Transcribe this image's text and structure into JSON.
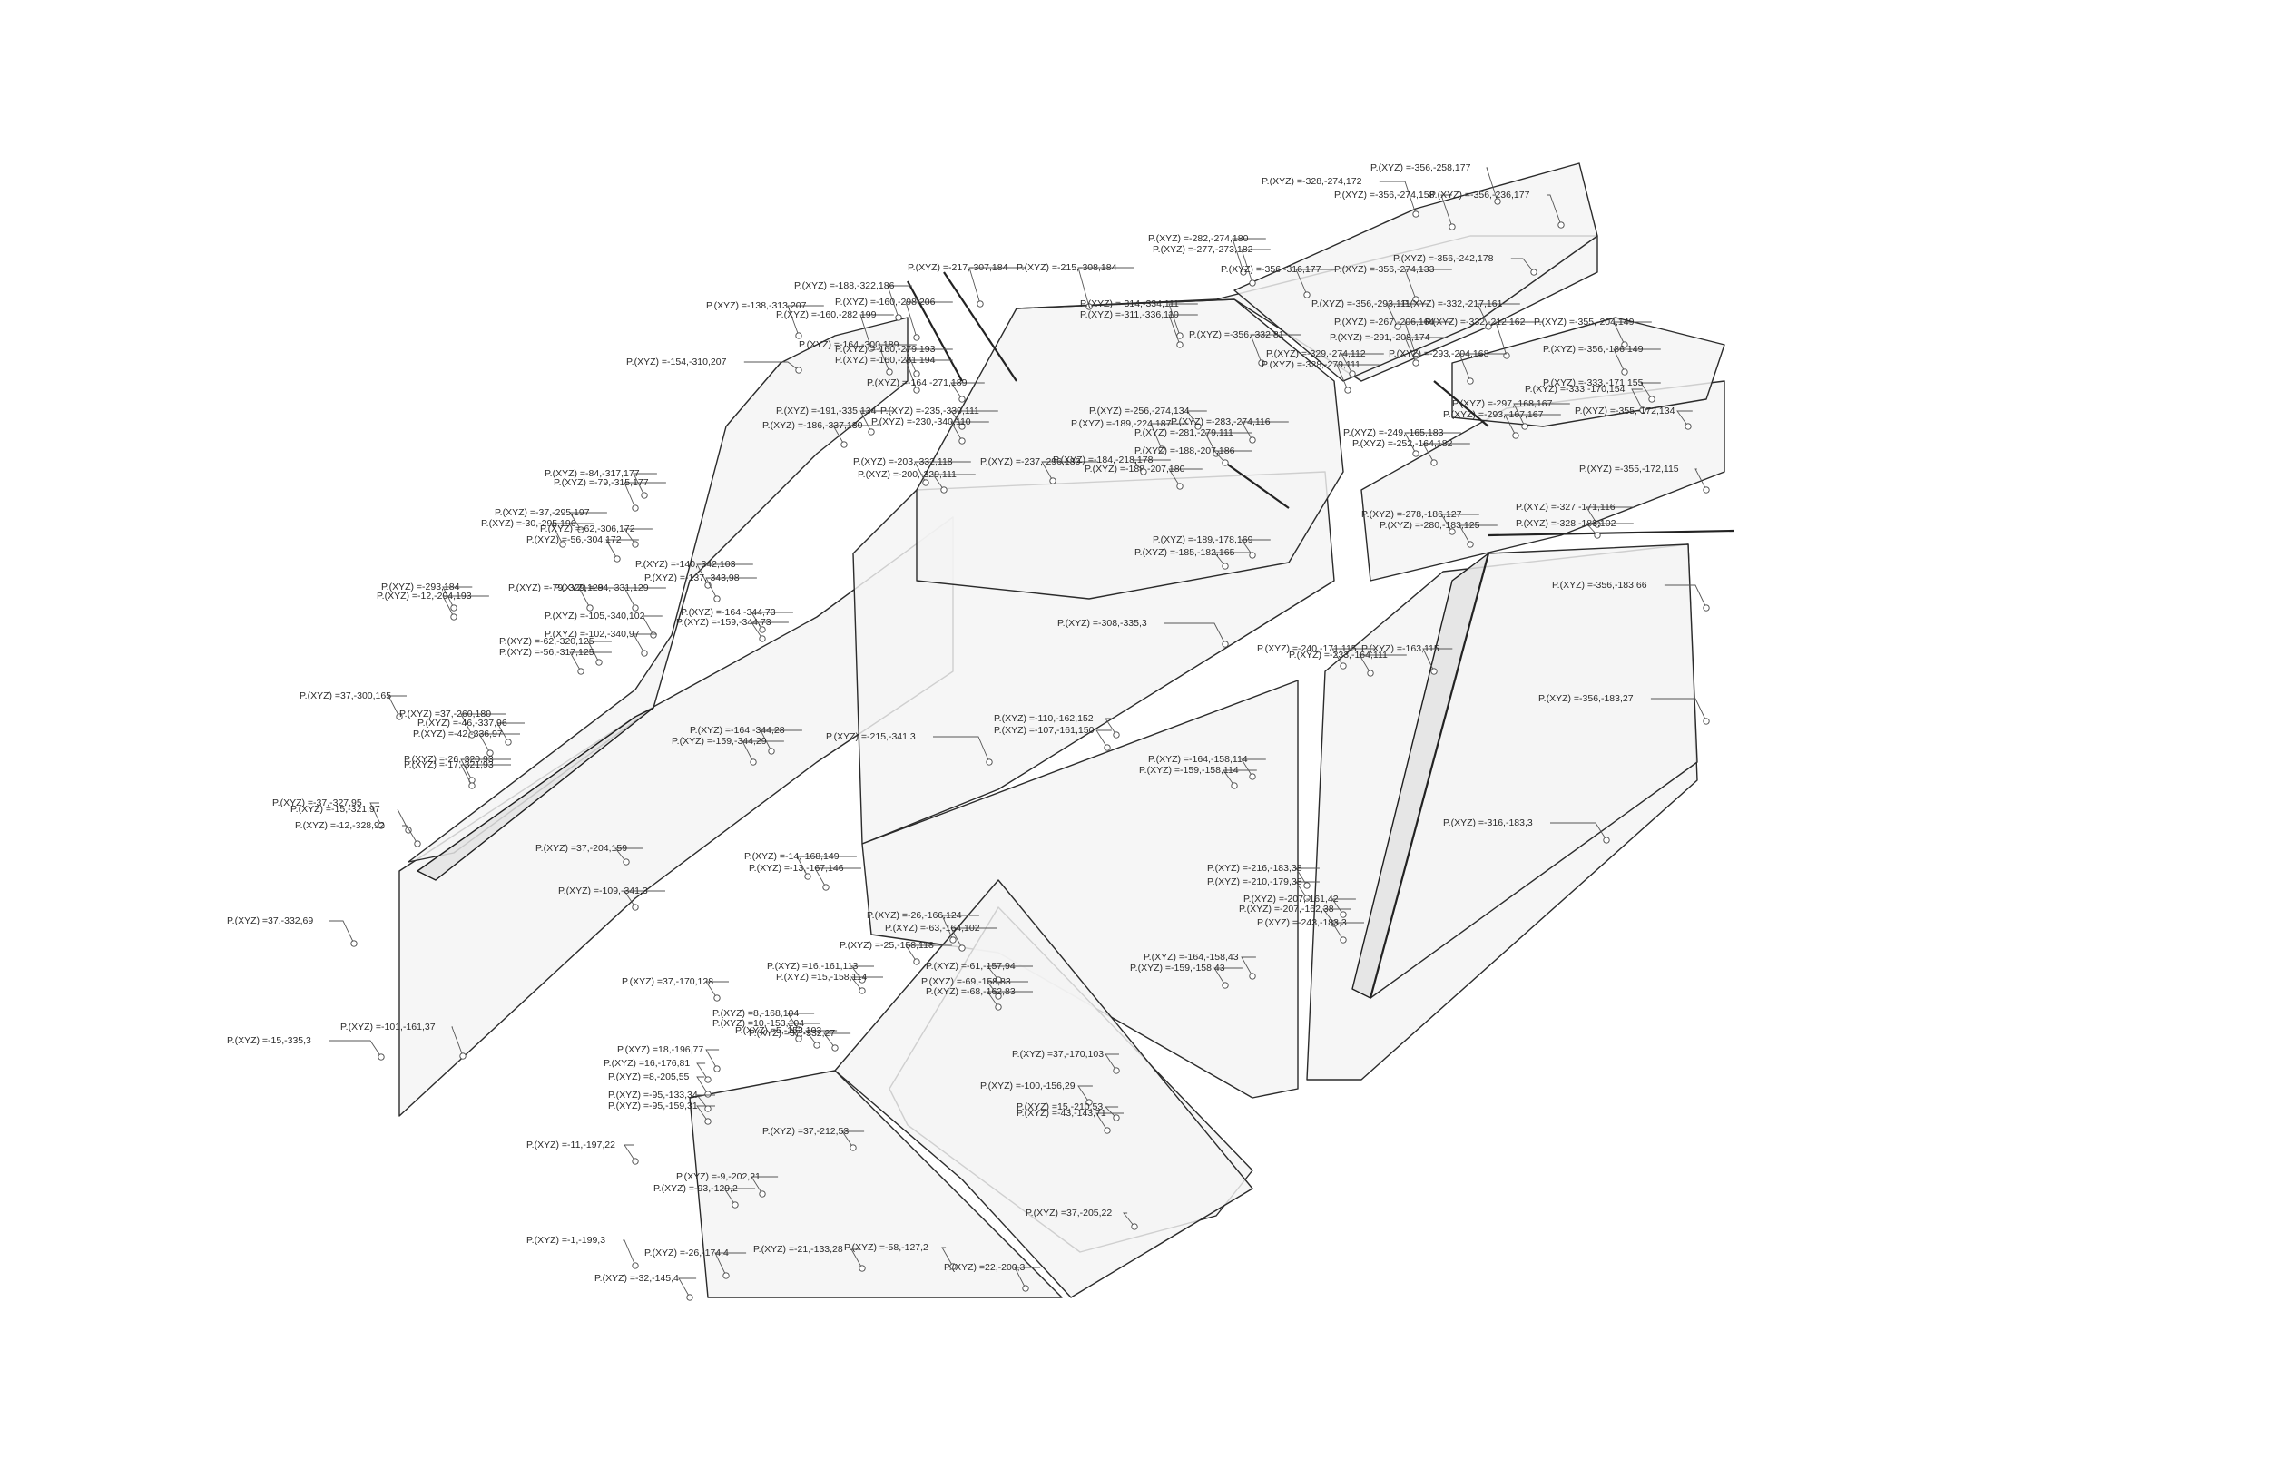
{
  "points": [
    {
      "text": "P.(XYZ) =-356,-258,177"
    },
    {
      "text": "P.(XYZ) =-328,-274,172"
    },
    {
      "text": "P.(XYZ) =-356,-274,158"
    },
    {
      "text": "P.(XYZ) =-356,-236,177"
    },
    {
      "text": "P.(XYZ) =-282,-274,180"
    },
    {
      "text": "P.(XYZ) =-277,-273,182"
    },
    {
      "text": "P.(XYZ) =-356,-316,177"
    },
    {
      "text": "P.(XYZ) =-356,-274,133"
    },
    {
      "text": "P.(XYZ) =-356,-242,178"
    },
    {
      "text": "P.(XYZ) =-217,-307,184"
    },
    {
      "text": "P.(XYZ) =-215,-308,184"
    },
    {
      "text": "P.(XYZ) =-188,-322,186"
    },
    {
      "text": "P.(XYZ) =-160,-298,206"
    },
    {
      "text": "P.(XYZ) =-138,-313,207"
    },
    {
      "text": "P.(XYZ) =-160,-282,199"
    },
    {
      "text": "P.(XYZ) =-164,-300,189"
    },
    {
      "text": "P.(XYZ) =-160,-279,193"
    },
    {
      "text": "P.(XYZ) =-160,-281,194"
    },
    {
      "text": "P.(XYZ) =-154,-310,207"
    },
    {
      "text": "P.(XYZ) =-164,-271,189"
    },
    {
      "text": "P.(XYZ) =-314,-334,111"
    },
    {
      "text": "P.(XYZ) =-311,-336,110"
    },
    {
      "text": "P.(XYZ) =-356,-293,111"
    },
    {
      "text": "P.(XYZ) =-332,-217,161"
    },
    {
      "text": "P.(XYZ) =-267,-206,164"
    },
    {
      "text": "P.(XYZ) =-332,-212,162"
    },
    {
      "text": "P.(XYZ) =-355,-204,149"
    },
    {
      "text": "P.(XYZ) =-291,-208,174"
    },
    {
      "text": "P.(XYZ) =-356,-332,81"
    },
    {
      "text": "P.(XYZ) =-329,-274,112"
    },
    {
      "text": "P.(XYZ) =-328,-279,111"
    },
    {
      "text": "P.(XYZ) =-293,-204,168"
    },
    {
      "text": "P.(XYZ) =-356,-186,149"
    },
    {
      "text": "P.(XYZ) =-333,-171,155"
    },
    {
      "text": "P.(XYZ) =-333,-170,154"
    },
    {
      "text": "P.(XYZ) =-297,-168,167"
    },
    {
      "text": "P.(XYZ) =-293,-167,167"
    },
    {
      "text": "P.(XYZ) =-355,-172,134"
    },
    {
      "text": "P.(XYZ) =-191,-335,134"
    },
    {
      "text": "P.(XYZ) =-186,-337,130"
    },
    {
      "text": "P.(XYZ) =-235,-339,111"
    },
    {
      "text": "P.(XYZ) =-230,-340,110"
    },
    {
      "text": "P.(XYZ) =-256,-274,134"
    },
    {
      "text": "P.(XYZ) =-189,-224,187"
    },
    {
      "text": "P.(XYZ) =-283,-274,116"
    },
    {
      "text": "P.(XYZ) =-281,-279,111"
    },
    {
      "text": "P.(XYZ) =-188,-207,186"
    },
    {
      "text": "P.(XYZ) =-249,-165,183"
    },
    {
      "text": "P.(XYZ) =-252,-164,182"
    },
    {
      "text": "P.(XYZ) =-355,-172,115"
    },
    {
      "text": "P.(XYZ) =-84,-317,177"
    },
    {
      "text": "P.(XYZ) =-79,-315,177"
    },
    {
      "text": "P.(XYZ) =-37,-295,197"
    },
    {
      "text": "P.(XYZ) =-30,-295,196"
    },
    {
      "text": "P.(XYZ) =-62,-306,172"
    },
    {
      "text": "P.(XYZ) =-56,-304,172"
    },
    {
      "text": "P.(XYZ) =-203,-332,118"
    },
    {
      "text": "P.(XYZ) =-200,-329,111"
    },
    {
      "text": "P.(XYZ) =-237,-296,180"
    },
    {
      "text": "P.(XYZ) =-188,-207,180"
    },
    {
      "text": "P.(XYZ) =-184,-218,178"
    },
    {
      "text": "P.(XYZ) =-278,-186,127"
    },
    {
      "text": "P.(XYZ) =-280,-183,125"
    },
    {
      "text": "P.(XYZ) =-327,-171,116"
    },
    {
      "text": "P.(XYZ) =-328,-183,102"
    },
    {
      "text": "P.(XYZ) =-140,-342,103"
    },
    {
      "text": "P.(XYZ) =-137,-343,98"
    },
    {
      "text": "P.(XYZ) =-189,-178,169"
    },
    {
      "text": "P.(XYZ) =-185,-182,165"
    },
    {
      "text": "P.(XYZ) =-84,-331,129"
    },
    {
      "text": "P.(XYZ) =-79,-329,129"
    },
    {
      "text": "P.(XYZ) =-293,184"
    },
    {
      "text": "P.(XYZ) =-12,-294,193"
    },
    {
      "text": "P.(XYZ) =-356,-183,66"
    },
    {
      "text": "P.(XYZ) =-105,-340,102"
    },
    {
      "text": "P.(XYZ) =-164,-344,73"
    },
    {
      "text": "P.(XYZ) =-159,-344,73"
    },
    {
      "text": "P.(XYZ) =-102,-340,97"
    },
    {
      "text": "P.(XYZ) =-62,-320,125"
    },
    {
      "text": "P.(XYZ) =-56,-317,125"
    },
    {
      "text": "P.(XYZ) =-308,-335,3"
    },
    {
      "text": "P.(XYZ) =-240,-171,115"
    },
    {
      "text": "P.(XYZ) =-233,-164,111"
    },
    {
      "text": "P.(XYZ) =-163,115"
    },
    {
      "text": "P.(XYZ) =37,-300,165"
    },
    {
      "text": "P.(XYZ) =37,-260,180"
    },
    {
      "text": "P.(XYZ) =-46,-337,96"
    },
    {
      "text": "P.(XYZ) =-42,-336,97"
    },
    {
      "text": "P.(XYZ) =-356,-183,27"
    },
    {
      "text": "P.(XYZ) =-110,-162,152"
    },
    {
      "text": "P.(XYZ) =-107,-161,150"
    },
    {
      "text": "P.(XYZ) =-164,-344,28"
    },
    {
      "text": "P.(XYZ) =-159,-344,29"
    },
    {
      "text": "P.(XYZ) =-215,-341,3"
    },
    {
      "text": "P.(XYZ) =-164,-158,114"
    },
    {
      "text": "P.(XYZ) =-159,-158,114"
    },
    {
      "text": "P.(XYZ) =-26,-320,93"
    },
    {
      "text": "P.(XYZ) =-17,-321,93"
    },
    {
      "text": "P.(XYZ) =-316,-183,3"
    },
    {
      "text": "P.(XYZ) =-37,-327,95"
    },
    {
      "text": "P.(XYZ) =-15,-321,97"
    },
    {
      "text": "P.(XYZ) =-12,-328,92"
    },
    {
      "text": "P.(XYZ) =37,-204,159"
    },
    {
      "text": "P.(XYZ) =-14,-168,149"
    },
    {
      "text": "P.(XYZ) =-13,-167,146"
    },
    {
      "text": "P.(XYZ) =-216,-183,38"
    },
    {
      "text": "P.(XYZ) =-210,-179,38"
    },
    {
      "text": "P.(XYZ) =-207,-161,42"
    },
    {
      "text": "P.(XYZ) =-207,-162,38"
    },
    {
      "text": "P.(XYZ) =-109,-341,3"
    },
    {
      "text": "P.(XYZ) =-243,-183,3"
    },
    {
      "text": "P.(XYZ) =37,-332,69"
    },
    {
      "text": "P.(XYZ) =-26,-166,124"
    },
    {
      "text": "P.(XYZ) =-63,-164,102"
    },
    {
      "text": "P.(XYZ) =-25,-158,118"
    },
    {
      "text": "P.(XYZ) =-164,-158,43"
    },
    {
      "text": "P.(XYZ) =-159,-158,43"
    },
    {
      "text": "P.(XYZ) =16,-161,113"
    },
    {
      "text": "P.(XYZ) =15,-158,114"
    },
    {
      "text": "P.(XYZ) =-61,-157,94"
    },
    {
      "text": "P.(XYZ) =-69,-158,83"
    },
    {
      "text": "P.(XYZ) =-68,-162,83"
    },
    {
      "text": "P.(XYZ) =37,-170,128"
    },
    {
      "text": "P.(XYZ) =8,-168,104"
    },
    {
      "text": "P.(XYZ) =10,-153,104"
    },
    {
      "text": "P.(XYZ) =5,-153,103"
    },
    {
      "text": "P.(XYZ) =37,-332,27"
    },
    {
      "text": "P.(XYZ) =-15,-335,3"
    },
    {
      "text": "P.(XYZ) =-101,-161,37"
    },
    {
      "text": "P.(XYZ) =37,-170,103"
    },
    {
      "text": "P.(XYZ) =18,-196,77"
    },
    {
      "text": "P.(XYZ) =16,-176,81"
    },
    {
      "text": "P.(XYZ) =-100,-156,29"
    },
    {
      "text": "P.(XYZ) =8,-205,55"
    },
    {
      "text": "P.(XYZ) =15,-210,53"
    },
    {
      "text": "P.(XYZ) =-95,-133,34"
    },
    {
      "text": "P.(XYZ) =-95,-159,31"
    },
    {
      "text": "P.(XYZ) =-43,-143,71"
    },
    {
      "text": "P.(XYZ) =37,-212,53"
    },
    {
      "text": "P.(XYZ) =-11,-197,22"
    },
    {
      "text": "P.(XYZ) =-9,-202,21"
    },
    {
      "text": "P.(XYZ) =-93,-129,2"
    },
    {
      "text": "P.(XYZ) =37,-205,22"
    },
    {
      "text": "P.(XYZ) =-1,-199,3"
    },
    {
      "text": "P.(XYZ) =-26,-174,4"
    },
    {
      "text": "P.(XYZ) =-21,-133,28"
    },
    {
      "text": "P.(XYZ) =-58,-127,2"
    },
    {
      "text": "P.(XYZ) =22,-200,3"
    },
    {
      "text": "P.(XYZ) =-32,-145,4"
    }
  ]
}
